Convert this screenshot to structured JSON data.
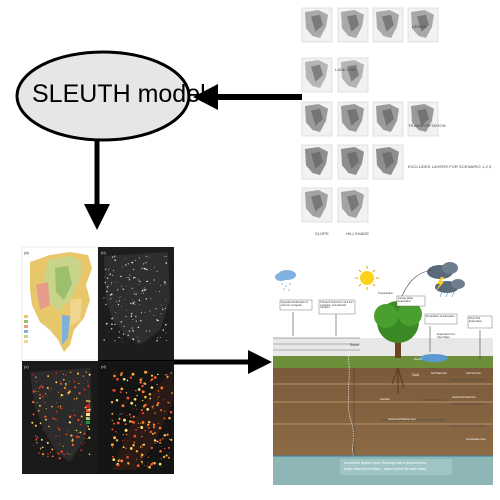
{
  "model": {
    "title": "SLEUTH model"
  },
  "layers": {
    "urban": "URBAN",
    "land_use": "LAND USE",
    "transportation": "TRANSPORTATION",
    "excluded": "EXCLUDED LAYERS FOR SCENARIO 1,2,3",
    "slope": "SLOPE",
    "hillshade": "HILLSHADE"
  },
  "maps": {
    "panel_labels": [
      "(a)",
      "(b)",
      "(c)",
      "(d)"
    ]
  },
  "hydrology": {
    "labels": {
      "deposition": "Deposition/Sublimation to and from snowpack",
      "turbulent": "Turbulent Heat Flux to and from snowpack, and plant/soil canopies",
      "transpiration": "Transpiration",
      "canopy_evap": "Canopy Water Evaporation",
      "precipitation": "Precipitation Condensation",
      "direct_soil": "Direct Soil Evaporation",
      "evap_open_water": "Evaporation from Open Water",
      "snow": "Snow",
      "soil": "Soil",
      "runoff": "Runoff",
      "soil_water_flux": "Soil Water Flux",
      "soil_heat_flux": "Soil Heat Flux",
      "interflow": "Interflow",
      "internal_soil_flux": "Internal Soil Moisture Flux",
      "internal_heat_flux": "Internal Soil Heat Flux",
      "groundwater": "Groundwater Flow",
      "aquifer": "Unconfined Aquifer Layer: Recharge rate is proportional to",
      "aquifer2": "(water head at the bottom – water head at the water table)"
    }
  }
}
